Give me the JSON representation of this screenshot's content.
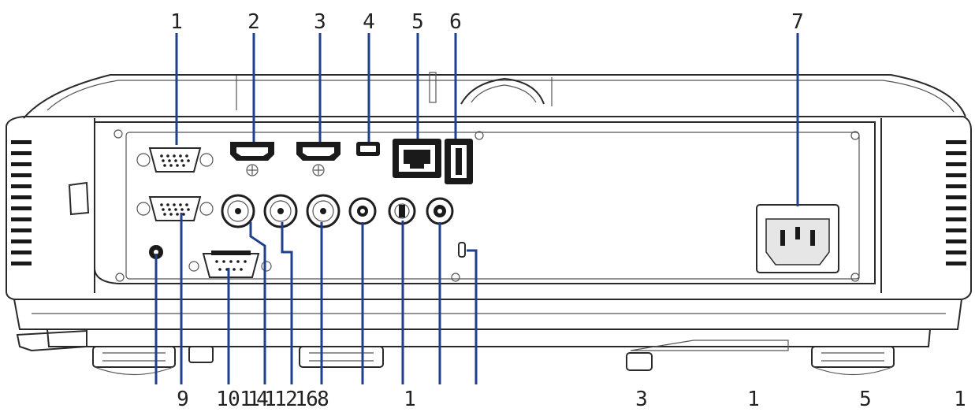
{
  "top_labels": [
    "1",
    "2",
    "3",
    "4",
    "5",
    "6",
    "7"
  ],
  "bottom_labels": [
    "9",
    "1",
    "0",
    "1",
    "1",
    "4",
    "1",
    "1",
    "2",
    "1",
    "6",
    "8",
    "1",
    "3",
    "1",
    "5",
    "1"
  ],
  "colors": {
    "leader_line": "#1f3f8f",
    "outline": "#2a2a2a",
    "background": "#ffffff"
  }
}
